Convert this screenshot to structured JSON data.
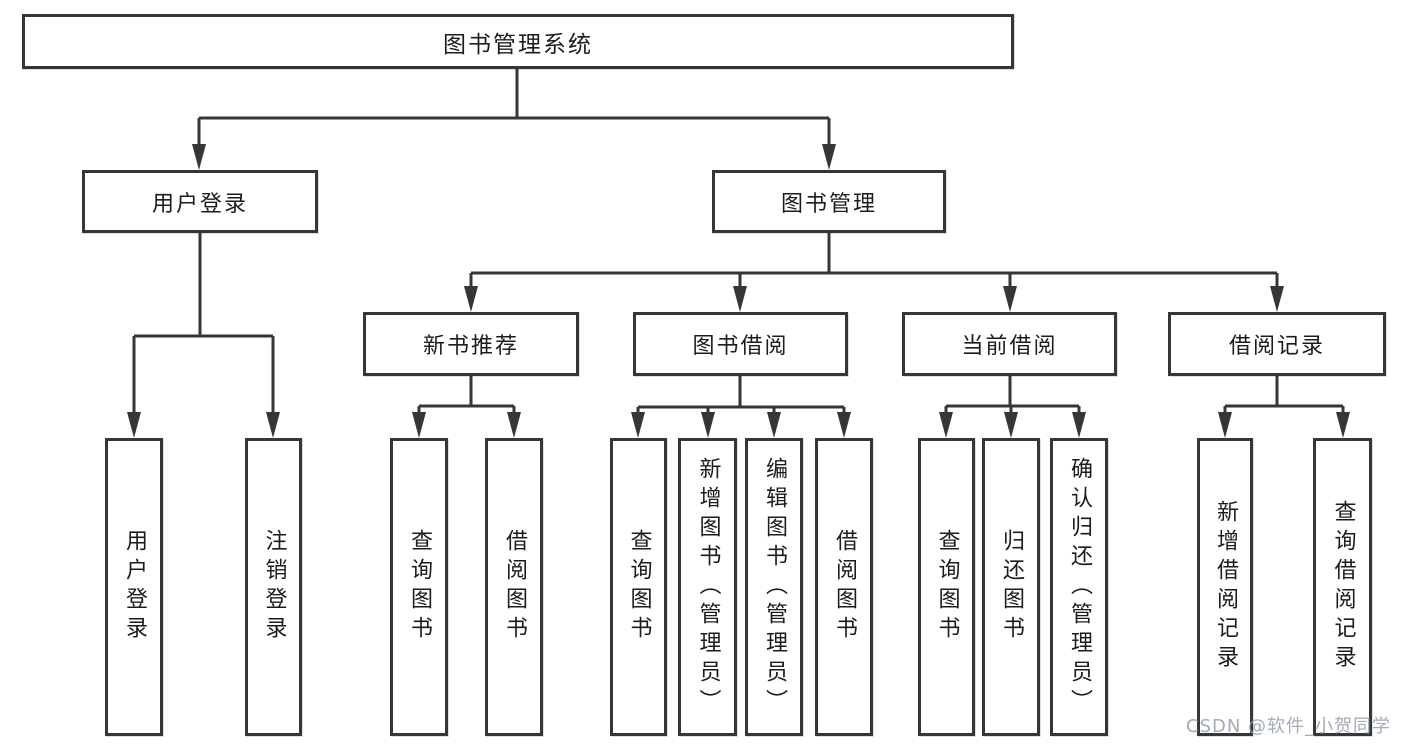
{
  "diagram_title": "图书管理系统",
  "tree": {
    "label": "图书管理系统",
    "children": [
      {
        "label": "用户登录",
        "children": [
          {
            "label": "用户登录"
          },
          {
            "label": "注销登录"
          }
        ]
      },
      {
        "label": "图书管理",
        "children": [
          {
            "label": "新书推荐",
            "children": [
              {
                "label": "查询图书"
              },
              {
                "label": "借阅图书"
              }
            ]
          },
          {
            "label": "图书借阅",
            "children": [
              {
                "label": "查询图书"
              },
              {
                "label": "新增图书（管理员）"
              },
              {
                "label": "编辑图书（管理员）"
              },
              {
                "label": "借阅图书"
              }
            ]
          },
          {
            "label": "当前借阅",
            "children": [
              {
                "label": "查询图书"
              },
              {
                "label": "归还图书"
              },
              {
                "label": "确认归还（管理员）"
              }
            ]
          },
          {
            "label": "借阅记录",
            "children": [
              {
                "label": "新增借阅记录"
              },
              {
                "label": "查询借阅记录"
              }
            ]
          }
        ]
      }
    ]
  },
  "watermark": {
    "text": "CSDN @软件_小贺同学"
  },
  "colors": {
    "line": "#363636",
    "box_border": "#363636",
    "text": "#1c1c1c",
    "background": "#ffffff",
    "watermark": "#9aa2ad"
  }
}
